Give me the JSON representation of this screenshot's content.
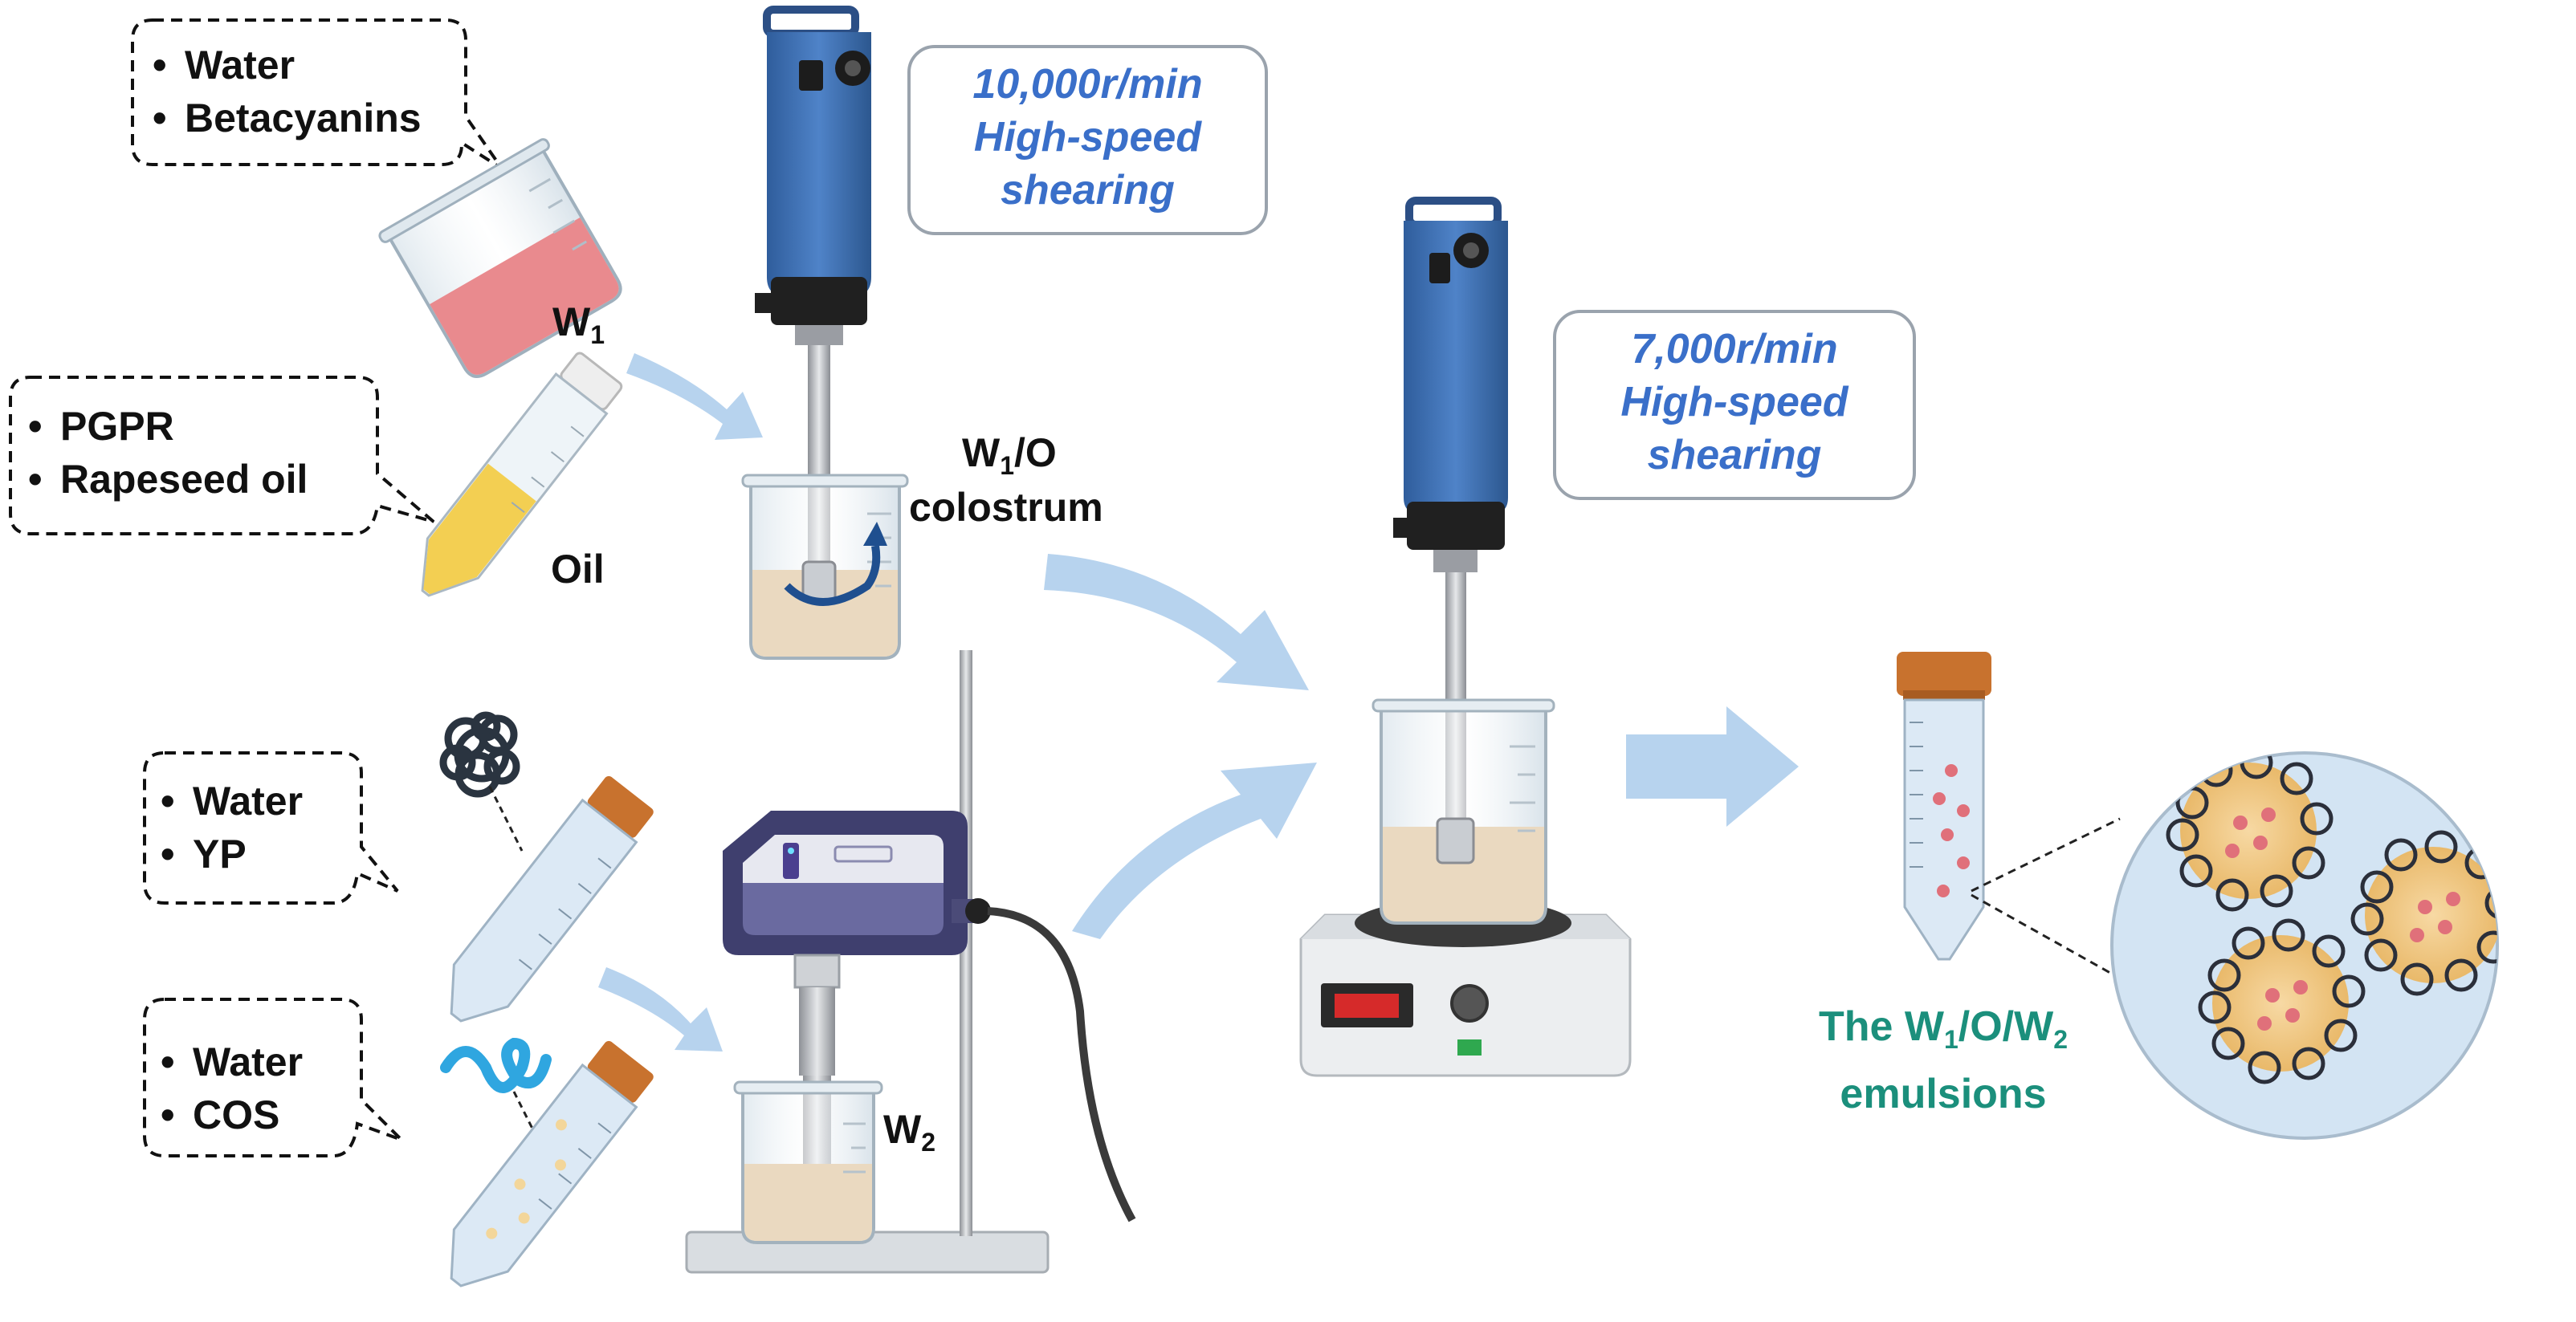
{
  "inputs": {
    "w1_bubble": [
      "Water",
      "Betacyanins"
    ],
    "oil_bubble": [
      "PGPR",
      "Rapeseed oil"
    ],
    "yp_bubble": [
      "Water",
      "YP"
    ],
    "cos_bubble": [
      "Water",
      "COS"
    ],
    "bullet": "•"
  },
  "labels": {
    "w1_main": "W",
    "w1_sub": "1",
    "oil": "Oil",
    "w1o_main": "W",
    "w1o_sub": "1",
    "w1o_rest": "/O",
    "colostrum": "colostrum",
    "w2_main": "W",
    "w2_sub": "2"
  },
  "speeds": {
    "first": [
      "10,000r/min",
      "High-speed",
      "shearing"
    ],
    "second": [
      "7,000r/min",
      "High-speed",
      "shearing"
    ]
  },
  "result": {
    "line1_a": "The W",
    "line1_sub1": "1",
    "line1_b": "/O/W",
    "line1_sub2": "2",
    "line2": "emulsions"
  },
  "colors": {
    "flow_arrow": "#b7d3ee",
    "speed_text": "#3a6fc9",
    "result_text": "#1b8f7c",
    "homogenizer_body": "#3e6fb0",
    "sonicator_body": "#3f3f6e",
    "beetroot_liquid": "#e98a8e",
    "oil_liquid": "#f3cf52",
    "emulsion_liquid": "#ead9c0",
    "tube_cap": "#c8722e",
    "droplet_pink": "#e0707a",
    "circle_fill": "#d3e4f3"
  },
  "icons": [
    "beaker-icon",
    "falcon-tube-icon",
    "homogenizer-icon",
    "ultrasonic-processor-icon",
    "magnetic-stirrer-icon",
    "flow-arrow-icon",
    "emulsion-droplet-icon"
  ]
}
